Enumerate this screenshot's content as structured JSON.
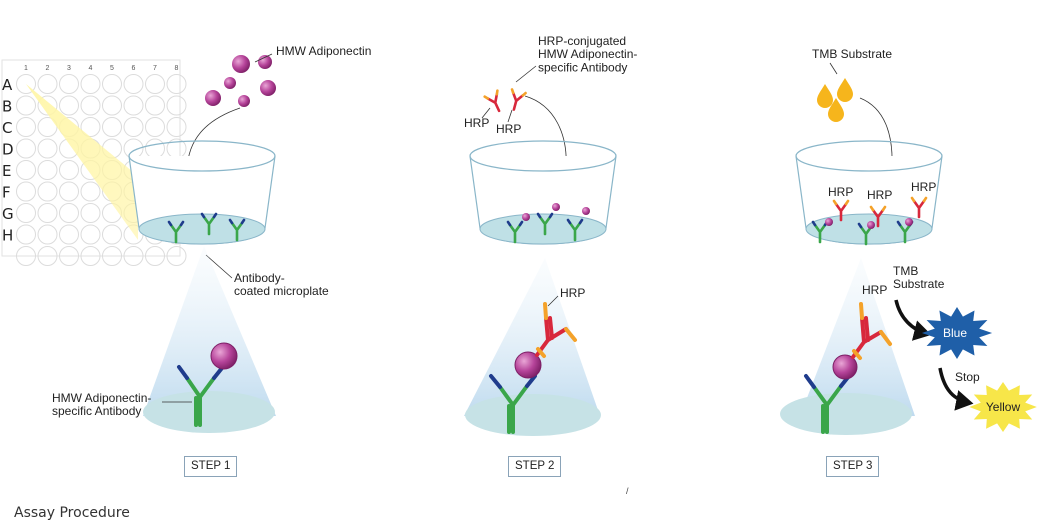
{
  "plate": {
    "rows": [
      "A",
      "B",
      "C",
      "D",
      "E",
      "F",
      "G",
      "H"
    ],
    "columns": [
      "1",
      "2",
      "3",
      "4",
      "5",
      "6",
      "7",
      "8"
    ]
  },
  "steps": [
    {
      "label": "STEP 1",
      "reagent_label": "HMW Adiponectin",
      "well_label": "Antibody-\ncoated microplate",
      "antibody_label": "HMW Adiponectin-\nspecific Antibody"
    },
    {
      "label": "STEP 2",
      "reagent_label": "HRP-conjugated\nHMW Adiponectin-\nspecific Antibody",
      "hrp_labels": [
        "HRP",
        "HRP"
      ],
      "zoom_hrp_label": "HRP"
    },
    {
      "label": "STEP 3",
      "reagent_label": "TMB Substrate",
      "hrp_labels": [
        "HRP",
        "HRP",
        "HRP"
      ],
      "zoom_hrp_label": "HRP",
      "substrate_label": "TMB\nSubstrate",
      "blue_label": "Blue",
      "stop_label": "Stop",
      "yellow_label": "Yellow"
    }
  ],
  "caption": "Assay Procedure",
  "stray_mark": "/",
  "colors": {
    "antibody_green": "#3aa64a",
    "antibody_navy": "#1f3c8c",
    "hrp_antibody_red": "#d8283c",
    "hrp_orange": "#f4a22a",
    "adiponectin_purple": "#9b2d7e",
    "substrate_yellow": "#f6b51c",
    "blue_burst": "#1f5fa8",
    "yellow_burst": "#f7e649",
    "well_liquid": "#bfe0e6",
    "zoom_beam": "#c7e0f0"
  }
}
